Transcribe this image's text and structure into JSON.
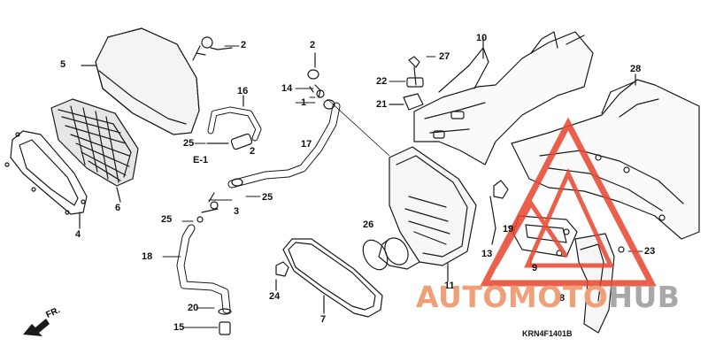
{
  "callouts": {
    "c1": "1",
    "c2a": "2",
    "c2b": "2",
    "c2c": "2",
    "c3": "3",
    "c4": "4",
    "c5": "5",
    "c6": "6",
    "c7": "7",
    "c8": "8",
    "c9": "9",
    "c10": "10",
    "c11": "11",
    "c13": "13",
    "c14": "14",
    "c15": "15",
    "c16": "16",
    "c17": "17",
    "c18": "18",
    "c19": "19",
    "c20": "20",
    "c21": "21",
    "c22": "22",
    "c23": "23",
    "c24": "24",
    "c25a": "25",
    "c25b": "25",
    "c25c": "25",
    "c26": "26",
    "c27": "27",
    "c28": "28",
    "e1": "E-1"
  },
  "front_marker": "FR.",
  "diagram_code": "KRN4F1401B",
  "watermark": {
    "part1": "AUTO",
    "part2": "MOTO",
    "part3": "HUB"
  },
  "colors": {
    "line": "#1a1a1a",
    "watermark_red": "#e8452e",
    "watermark_orange": "#f0a078",
    "watermark_gray": "#a8a8a8"
  }
}
